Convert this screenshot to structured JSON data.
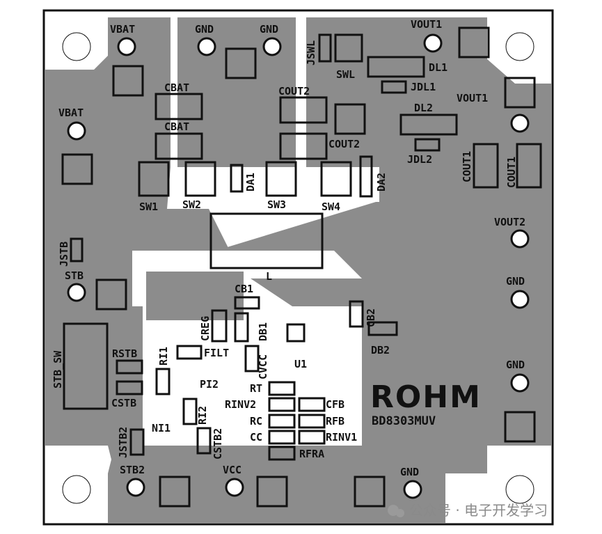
{
  "board": {
    "brand": "ROHM",
    "part_number": "BD8303MUV",
    "colors": {
      "copper": "#8c8c8c",
      "background": "#ffffff",
      "silkscreen": "#111111",
      "outline": "#111111"
    }
  },
  "labels": {
    "vbat_top": "VBAT",
    "vbat_left": "VBAT",
    "gnd_1": "GND",
    "gnd_2": "GND",
    "jswl": "JSWL",
    "swl": "SWL",
    "vout1_top": "VOUT1",
    "dl1": "DL1",
    "jdl1": "JDL1",
    "vout1_right": "VOUT1",
    "dl2": "DL2",
    "jdl2": "JDL2",
    "cbat_1": "CBAT",
    "cbat_2": "CBAT",
    "cout2_1": "COUT2",
    "cout2_2": "COUT2",
    "cout1_1": "COUT1",
    "cout1_2": "COUT1",
    "da1": "DA1",
    "da2": "DA2",
    "sw1": "SW1",
    "sw2": "SW2",
    "sw3": "SW3",
    "sw4": "SW4",
    "vout2": "VOUT2",
    "jstb": "JSTB",
    "stb": "STB",
    "l": "L",
    "cb1": "CB1",
    "creg": "CREG",
    "db1": "DB1",
    "gnd_right1": "GND",
    "cb2": "CB2",
    "db2": "DB2",
    "filt": "FILT",
    "cvcc": "CVCC",
    "u1": "U1",
    "stb_sw": "STB_SW",
    "rstb": "RSTB",
    "ri1": "RI1",
    "pi2": "PI2",
    "gnd_right2": "GND",
    "cstb": "CSTB",
    "rt": "RT",
    "rinv2": "RINV2",
    "cfb": "CFB",
    "ni1": "NI1",
    "ri2": "RI2",
    "rc": "RC",
    "rfb": "RFB",
    "cc": "CC",
    "rinv1": "RINV1",
    "jstb2": "JSTB2",
    "cstb2": "CSTB2",
    "rfra": "RFRA",
    "stb2": "STB2",
    "vcc": "VCC",
    "gnd_bottom": "GND"
  },
  "watermark": {
    "text": "公众号 · 电子开发学习",
    "icon": "wechat-icon"
  }
}
